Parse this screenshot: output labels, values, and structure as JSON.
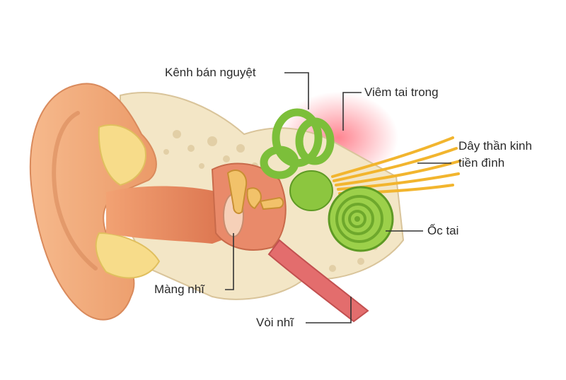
{
  "labels": {
    "semicircular": "Kênh bán nguyệt",
    "inner_ear_inflammation": "Viêm tai trong",
    "vestibular_nerve_line1": "Dây thần kinh",
    "vestibular_nerve_line2": "tiền đình",
    "cochlea": "Ốc tai",
    "eardrum": "Màng nhĩ",
    "eustachian_tube": "Vòi nhĩ"
  },
  "colors": {
    "skin": "#f0a877",
    "canal": "#e9905f",
    "bone": "#f3e6c6",
    "inner_ear": "#8cc63f",
    "nerve": "#f2c23a",
    "inflammation": "#ff8a92",
    "leader_line": "#333333"
  }
}
